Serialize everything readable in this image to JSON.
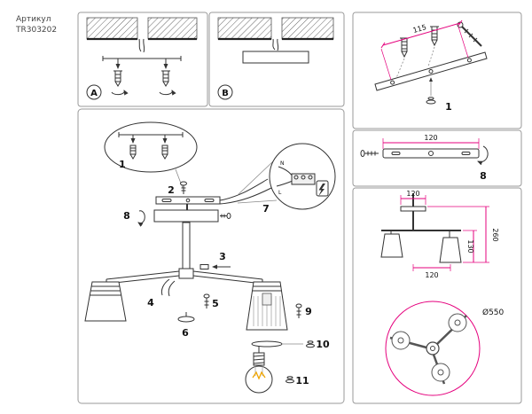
{
  "header": {
    "label": "Артикул",
    "sku": "TR303202"
  },
  "panel_a": {
    "label": "A"
  },
  "panel_b": {
    "label": "B"
  },
  "steps": {
    "s1": "1",
    "s2": "2",
    "s3": "3",
    "s4": "4",
    "s5": "5",
    "s6": "6",
    "s7": "7",
    "s8": "8",
    "s9": "9",
    "s10": "10",
    "s11": "11"
  },
  "wiring": {
    "neutral": "N",
    "live": "L"
  },
  "right_top": {
    "dim": "115",
    "step": "1"
  },
  "right_mid": {
    "dim": "120",
    "step": "8"
  },
  "right_bottom": {
    "dim_top": "120",
    "dim_height": "260",
    "dim_drop": "130",
    "dim_offset": "120",
    "diameter": "Ø550"
  },
  "colors": {
    "accent": "#e5007d",
    "line": "#333333"
  }
}
